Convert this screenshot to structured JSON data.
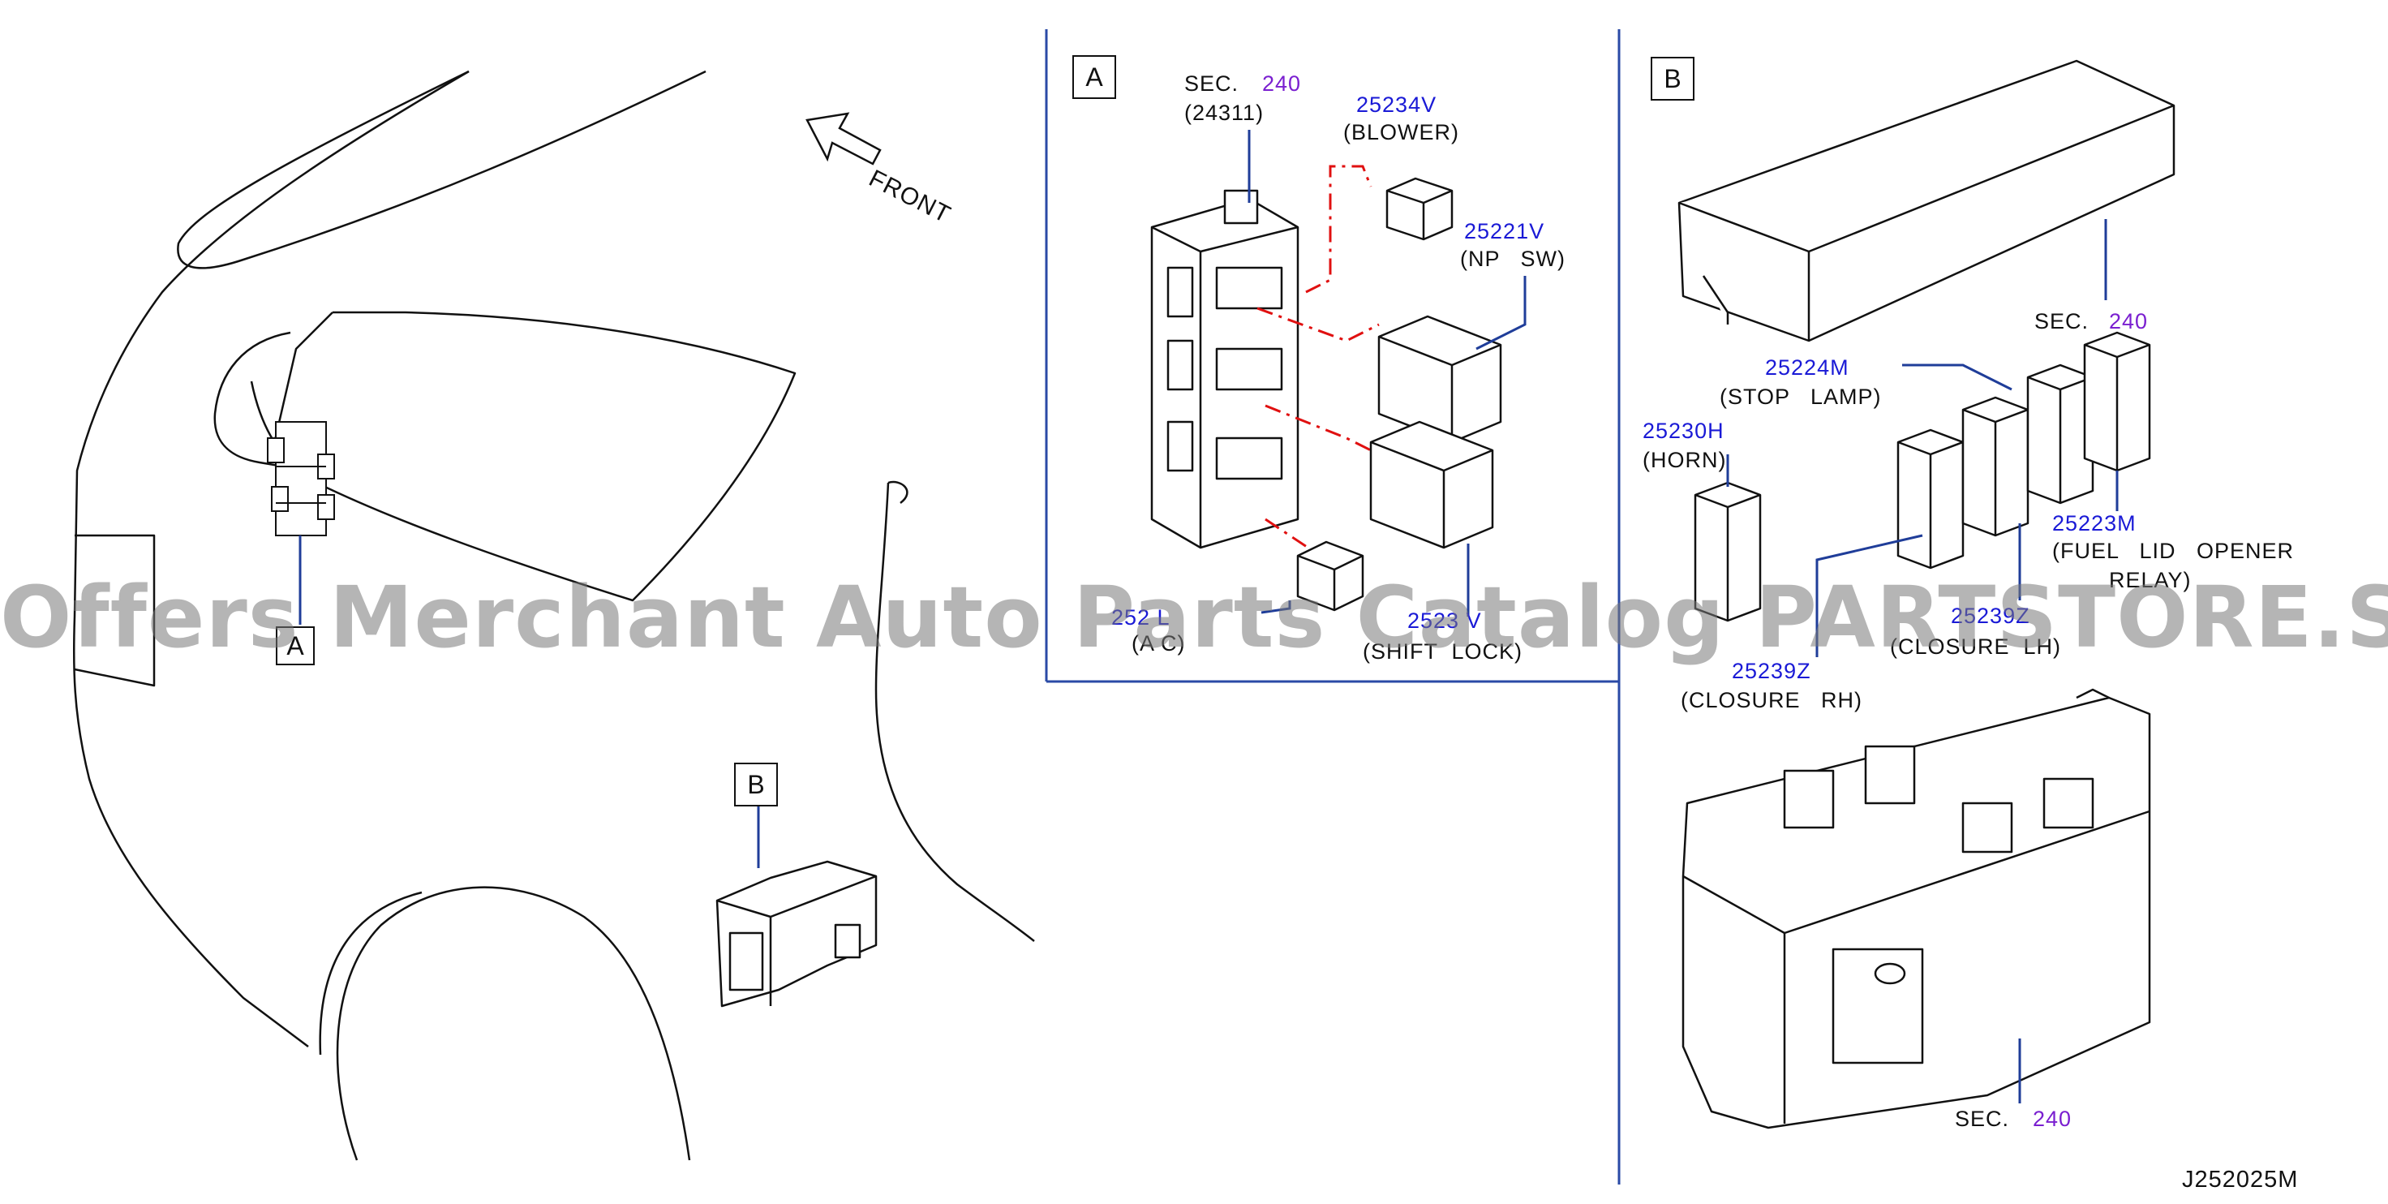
{
  "callouts": {
    "box_a": "A",
    "box_b": "B",
    "loc_a": "A",
    "loc_b": "B",
    "front": "FRONT"
  },
  "panel_a": {
    "sec_prefix": "SEC.",
    "sec_num": "240",
    "sec_sub": "(24311)",
    "blower_pn": "25234V",
    "blower_name": "(BLOWER)",
    "npsw_pn": "25221V",
    "npsw_name": "(NP   SW)",
    "ac_pn": "252 L",
    "ac_name": "(A C)",
    "shift_pn": "2523 V",
    "shift_name": "(SHIFT  LOCK)"
  },
  "panel_b": {
    "sec_top_prefix": "SEC.",
    "sec_top_num": "240",
    "stop_pn": "25224M",
    "stop_name": "(STOP   LAMP)",
    "horn_pn": "25230H",
    "horn_name": "(HORN)",
    "fuel_pn": "25223M",
    "fuel_name": "(FUEL   LID   OPENER",
    "fuel_name2": "RELAY)",
    "closure_lh_pn": "25239Z",
    "closure_lh_name": "(CLOSURE  LH)",
    "closure_rh_pn": "25239Z",
    "closure_rh_name": "(CLOSURE   RH)",
    "sec_bot_prefix": "SEC.",
    "sec_bot_num": "240"
  },
  "diagram_code": "J252025M",
  "watermark": "Offers Merchant Auto Parts Catalog PARTSTORE.SA",
  "colors": {
    "part_number": "#1a1ad6",
    "section_ref": "#7a1fd0",
    "leader": "#1f3d99",
    "divider": "#2a4aa6",
    "dash": "#e01010"
  }
}
